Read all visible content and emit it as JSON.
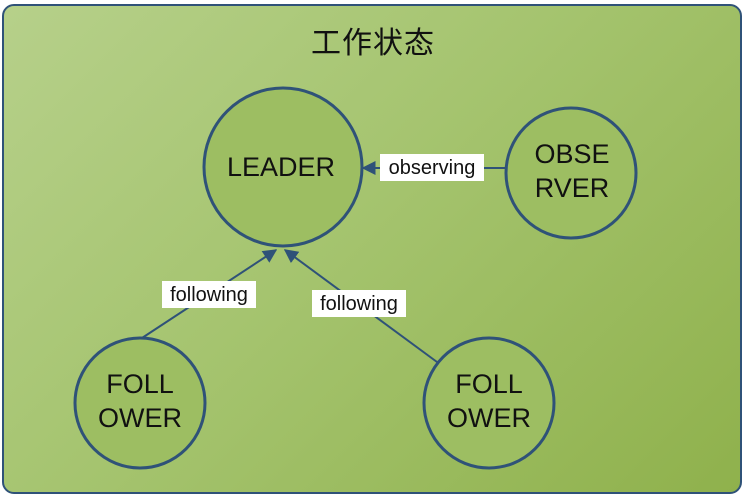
{
  "diagram": {
    "title": "工作状态",
    "nodes": {
      "leader": {
        "lines": [
          "LEADER"
        ]
      },
      "observer": {
        "lines": [
          "OBSE",
          "RVER"
        ]
      },
      "follower_left": {
        "lines": [
          "FOLL",
          "OWER"
        ]
      },
      "follower_right": {
        "lines": [
          "FOLL",
          "OWER"
        ]
      }
    },
    "edges": {
      "observer_to_leader": "observing",
      "follower_left_to_leader": "following",
      "follower_right_to_leader": "following"
    },
    "colors": {
      "node_fill": "#9dbe62",
      "node_stroke": "#2f5278",
      "edge": "#2f5278",
      "panel_border": "#2f5278"
    }
  }
}
